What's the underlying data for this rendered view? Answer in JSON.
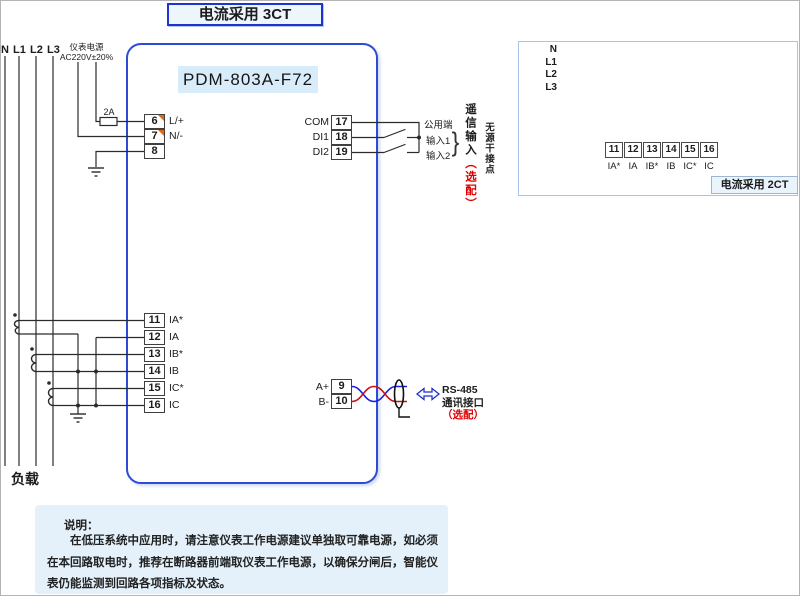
{
  "title": "电流采用 3CT",
  "device": {
    "model": "PDM-803A-F72"
  },
  "mains": {
    "labels": [
      "N",
      "L1",
      "L2",
      "L3"
    ],
    "load": "负载"
  },
  "aux_power": {
    "name": "仪表电源",
    "rating": "AC220V±20%",
    "fuse": "2A"
  },
  "power_terminals": [
    {
      "num": "6",
      "label": "L/+"
    },
    {
      "num": "7",
      "label": "N/-"
    },
    {
      "num": "8",
      "label": ""
    }
  ],
  "ct_terminals": [
    {
      "num": "11",
      "label": "IA*"
    },
    {
      "num": "12",
      "label": "IA"
    },
    {
      "num": "13",
      "label": "IB*"
    },
    {
      "num": "14",
      "label": "IB"
    },
    {
      "num": "15",
      "label": "IC*"
    },
    {
      "num": "16",
      "label": "IC"
    }
  ],
  "di": {
    "rows": [
      {
        "label": "COM",
        "num": "17",
        "wire": "公用端"
      },
      {
        "label": "DI1",
        "num": "18",
        "wire": "输入1"
      },
      {
        "label": "DI2",
        "num": "19",
        "wire": "输入2"
      }
    ],
    "brace": "}",
    "group": "遥信输入",
    "optional": "（选配）",
    "contact": "无源干接点"
  },
  "rs485": {
    "rows": [
      {
        "label": "A+",
        "num": "9"
      },
      {
        "label": "B-",
        "num": "10"
      }
    ],
    "name": "RS-485",
    "port": "通讯接口",
    "optional": "（选配）"
  },
  "ct2": {
    "title": "电流采用 2CT",
    "lines": [
      "N",
      "L1",
      "L2",
      "L3"
    ],
    "terminals": [
      {
        "num": "11",
        "label": "IA*"
      },
      {
        "num": "12",
        "label": "IA"
      },
      {
        "num": "13",
        "label": "IB*"
      },
      {
        "num": "14",
        "label": "IB"
      },
      {
        "num": "15",
        "label": "IC*"
      },
      {
        "num": "16",
        "label": "IC"
      }
    ]
  },
  "note": {
    "heading": "说明：",
    "body": "在低压系统中应用时，请注意仪表工作电源建议单独取可靠电源，如必须在本回路取电时，推荐在断路器前端取仪表工作电源，以确保分闸后，智能仪表仍能监测到回路各项指标及状态。"
  },
  "colors": {
    "accent_blue": "#2f4bd6",
    "wire_black": "#2b2b2b",
    "wire_blue": "#1822dd",
    "wire_red": "#cc1111",
    "optional_red": "#e00000",
    "mark_orange": "#e8660c",
    "panel_fill": "#e4f1fb"
  }
}
